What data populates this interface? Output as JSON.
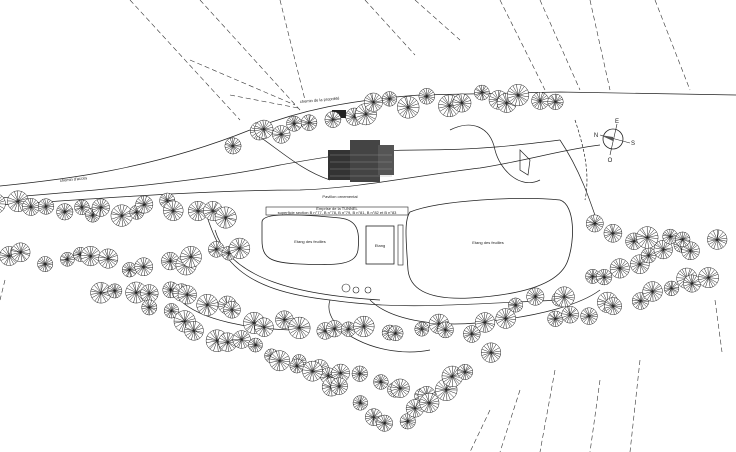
{
  "drawing": {
    "pavilion_label": "Pavillon ornemental",
    "section_title": "Emprise de la TUNNEL",
    "section_subtitle": "superficie section B n°77, B n°78, B n°79, B n°81, B n°82 et B n°83",
    "pond_left_label": "Etang des feuilles",
    "pond_small_label": "Etang",
    "pond_right_label": "Etang des feuilles",
    "road_label_1": "chemin de la propriété",
    "road_label_2": "chemin d'accès"
  },
  "compass": {
    "north": "N",
    "east": "E",
    "south": "S",
    "west": "O"
  }
}
